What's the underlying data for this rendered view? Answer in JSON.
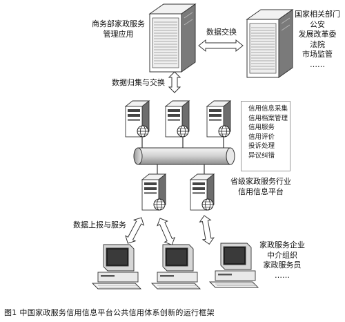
{
  "top_left_server_label": [
    "商务部家政服务",
    "管理应用"
  ],
  "exchange_label": "数据交换",
  "gov_departments": [
    "国家相关部门",
    "公安",
    "发展改革委",
    "法院",
    "市场监管",
    "……"
  ],
  "aggregation_label": "数据归集与交换",
  "platform_functions": [
    "信用信息采集",
    "信用档案管理",
    "信用服务",
    "信用评价",
    "投诉处理",
    "异议纠错"
  ],
  "platform_label": [
    "省级家政服务行业",
    "信用信息平台"
  ],
  "report_label": "数据上报与服务",
  "users_label": [
    "家政服务企业",
    "中介组织",
    "家政服务员",
    "……"
  ],
  "caption": "图1  中国家政服务信用信息平台公共信用体系创新的运行框架"
}
